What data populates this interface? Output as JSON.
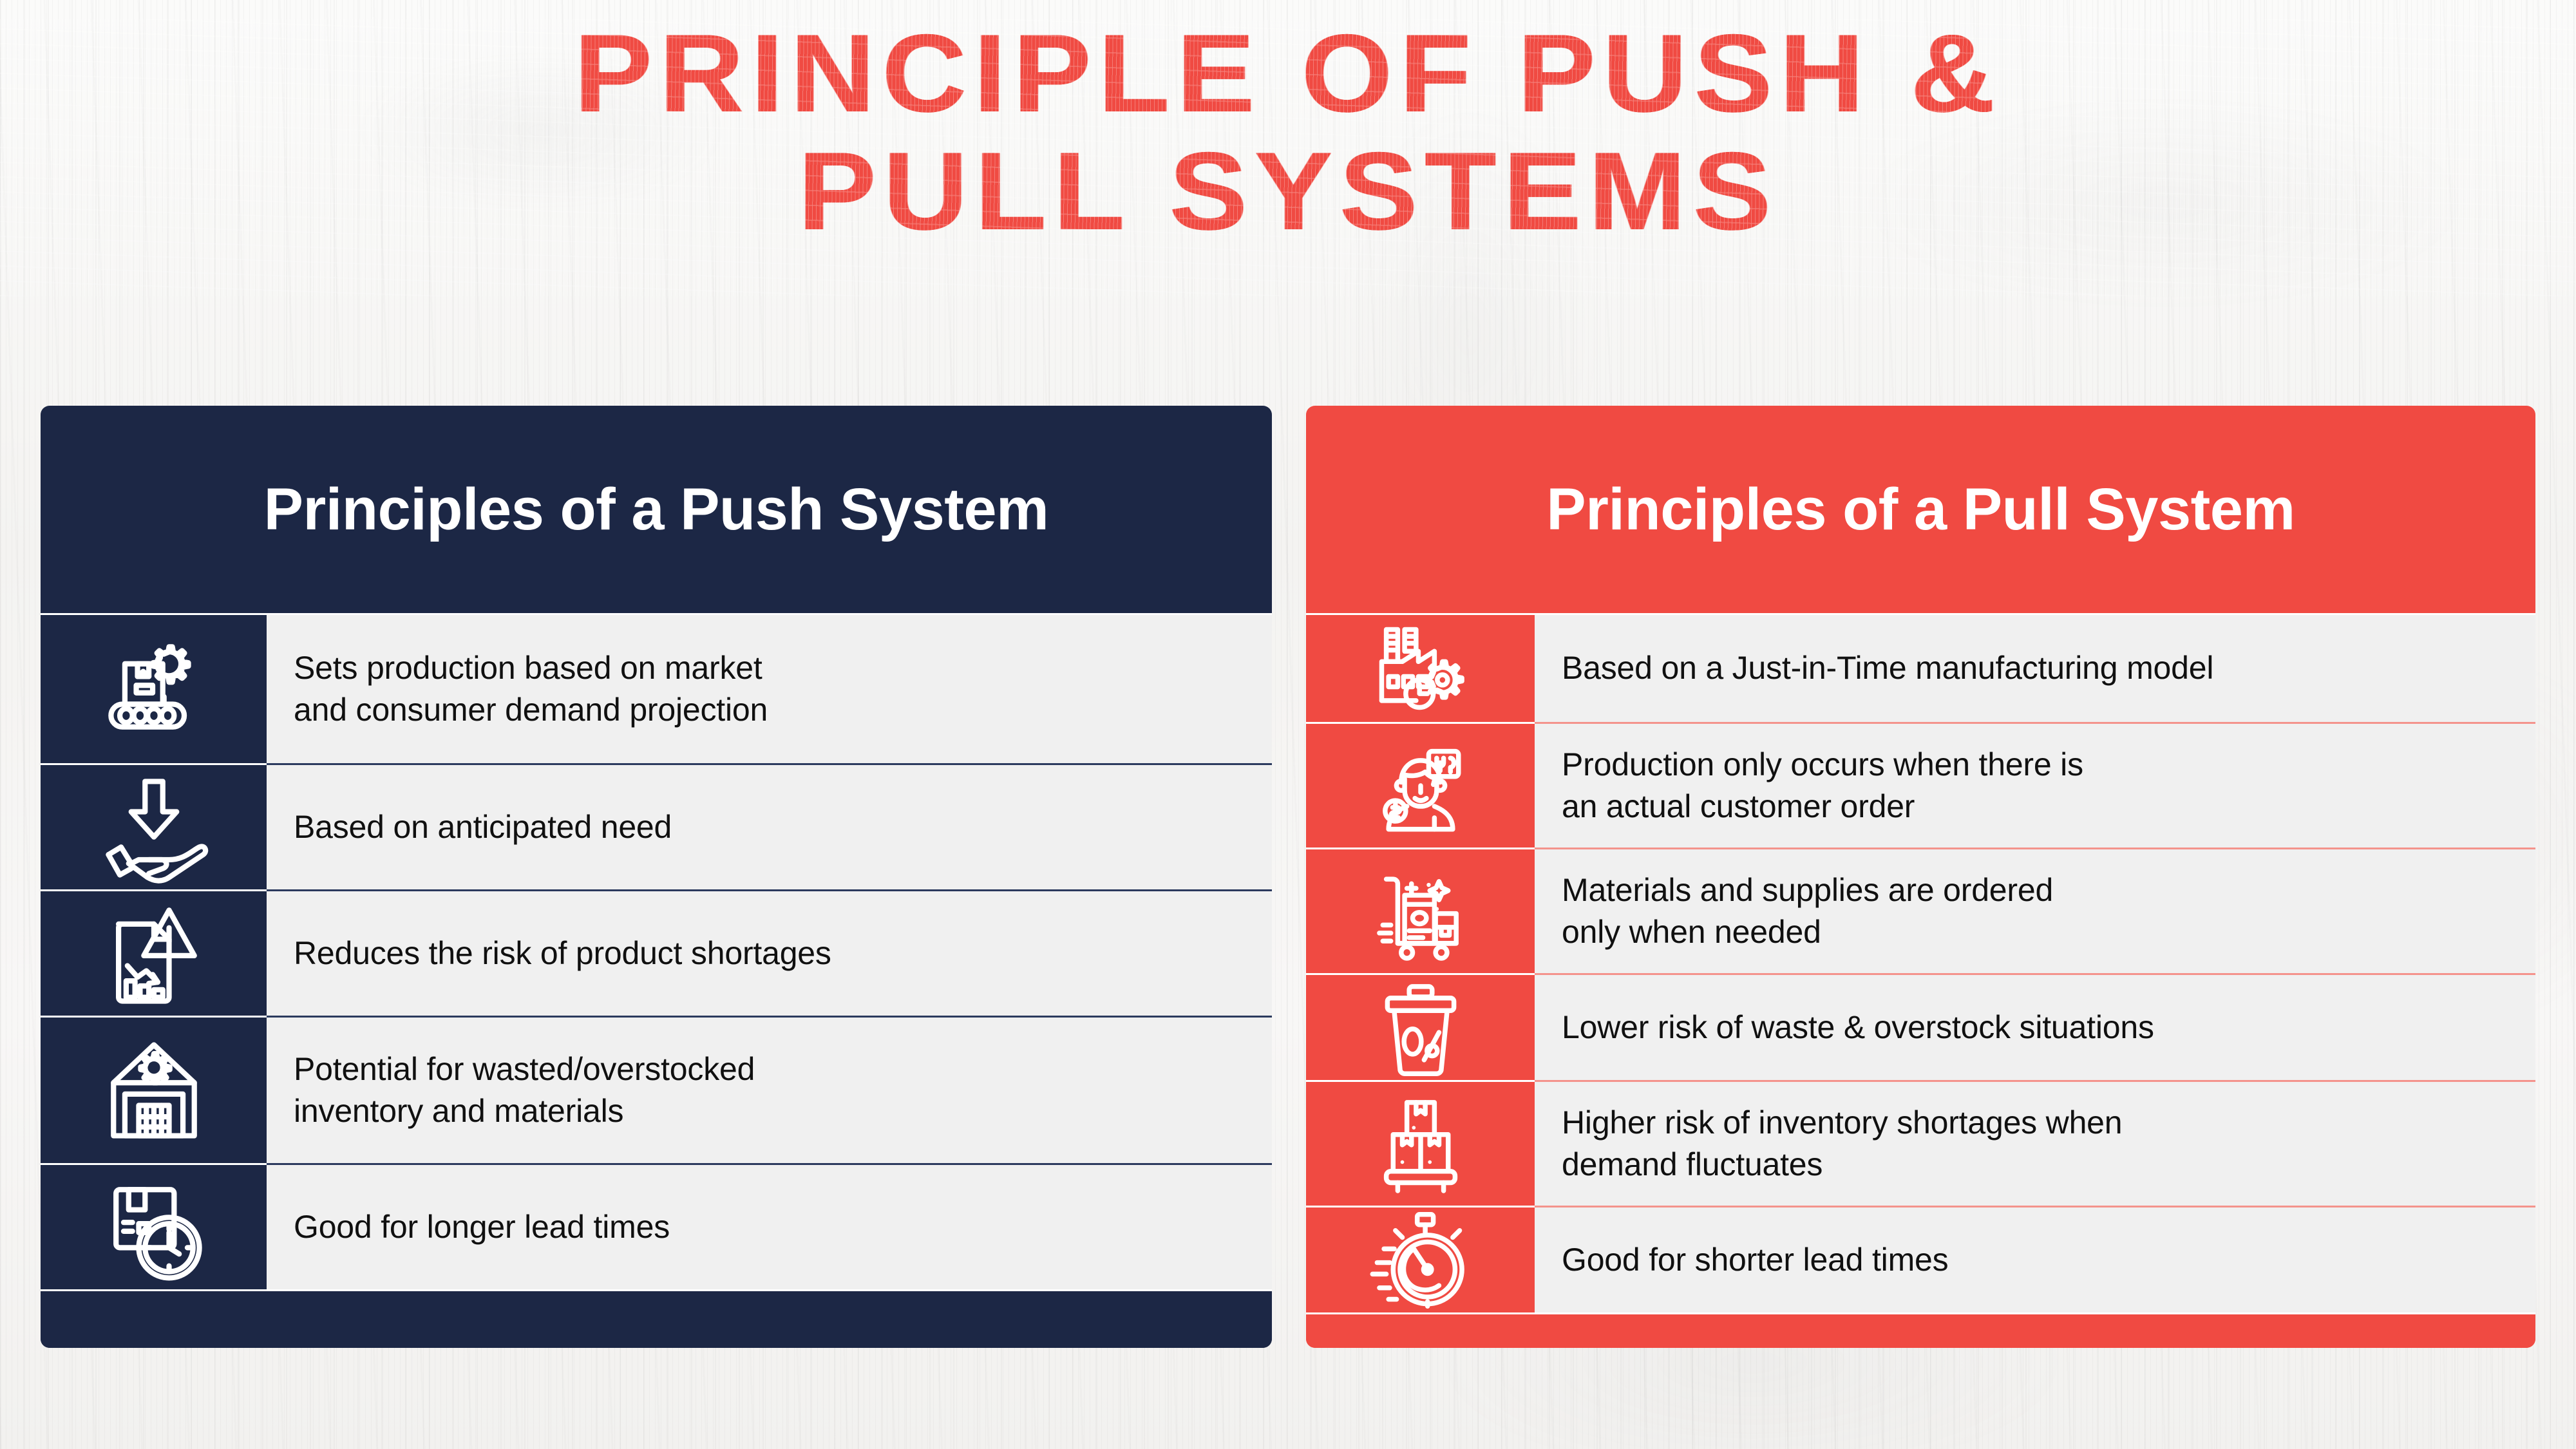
{
  "background": {
    "color": "#f7f6f4",
    "texture": "white-washed-wood"
  },
  "title": {
    "line1": "PRINCIPLE OF PUSH &",
    "line2": "PULL SYSTEMS",
    "color": "#f04a42",
    "style": "distressed-condensed-caps"
  },
  "colors": {
    "navy": "#1c2745",
    "red": "#f04a42",
    "cell_background": "#f0f0f0",
    "text": "#101010",
    "icon_stroke": "#ffffff"
  },
  "panels": [
    {
      "id": "push",
      "header": "Principles of a Push System",
      "header_background": "#1c2745",
      "header_text_color": "#ffffff",
      "rows": [
        {
          "icon": "conveyor-belt-gear-icon",
          "text": "Sets production based on market\nand consumer demand projection"
        },
        {
          "icon": "hand-receiving-down-arrow-icon",
          "text": "Based on anticipated need"
        },
        {
          "icon": "declining-chart-warning-icon",
          "text": "Reduces the risk of product shortages"
        },
        {
          "icon": "warehouse-gear-icon",
          "text": "Potential for wasted/overstocked\ninventory and materials"
        },
        {
          "icon": "package-clock-icon",
          "text": "Good for longer lead times"
        }
      ]
    },
    {
      "id": "pull",
      "header": "Principles of a Pull System",
      "header_background": "#f04a42",
      "header_text_color": "#ffffff",
      "rows": [
        {
          "icon": "factory-gear-clock-icon",
          "text": "Based on a Just-in-Time manufacturing model"
        },
        {
          "icon": "customer-order-dollar-icon",
          "text": "Production only occurs when there is\nan actual customer order"
        },
        {
          "icon": "hand-truck-supplies-icon",
          "text": "Materials and supplies are ordered\nonly when needed"
        },
        {
          "icon": "trash-bin-zero-percent-icon",
          "text": "Lower risk of waste & overstock situations"
        },
        {
          "icon": "stacked-boxes-cart-icon",
          "text": "Higher risk of inventory shortages when\ndemand fluctuates"
        },
        {
          "icon": "stopwatch-speed-icon",
          "text": "Good for shorter lead times"
        }
      ]
    }
  ]
}
